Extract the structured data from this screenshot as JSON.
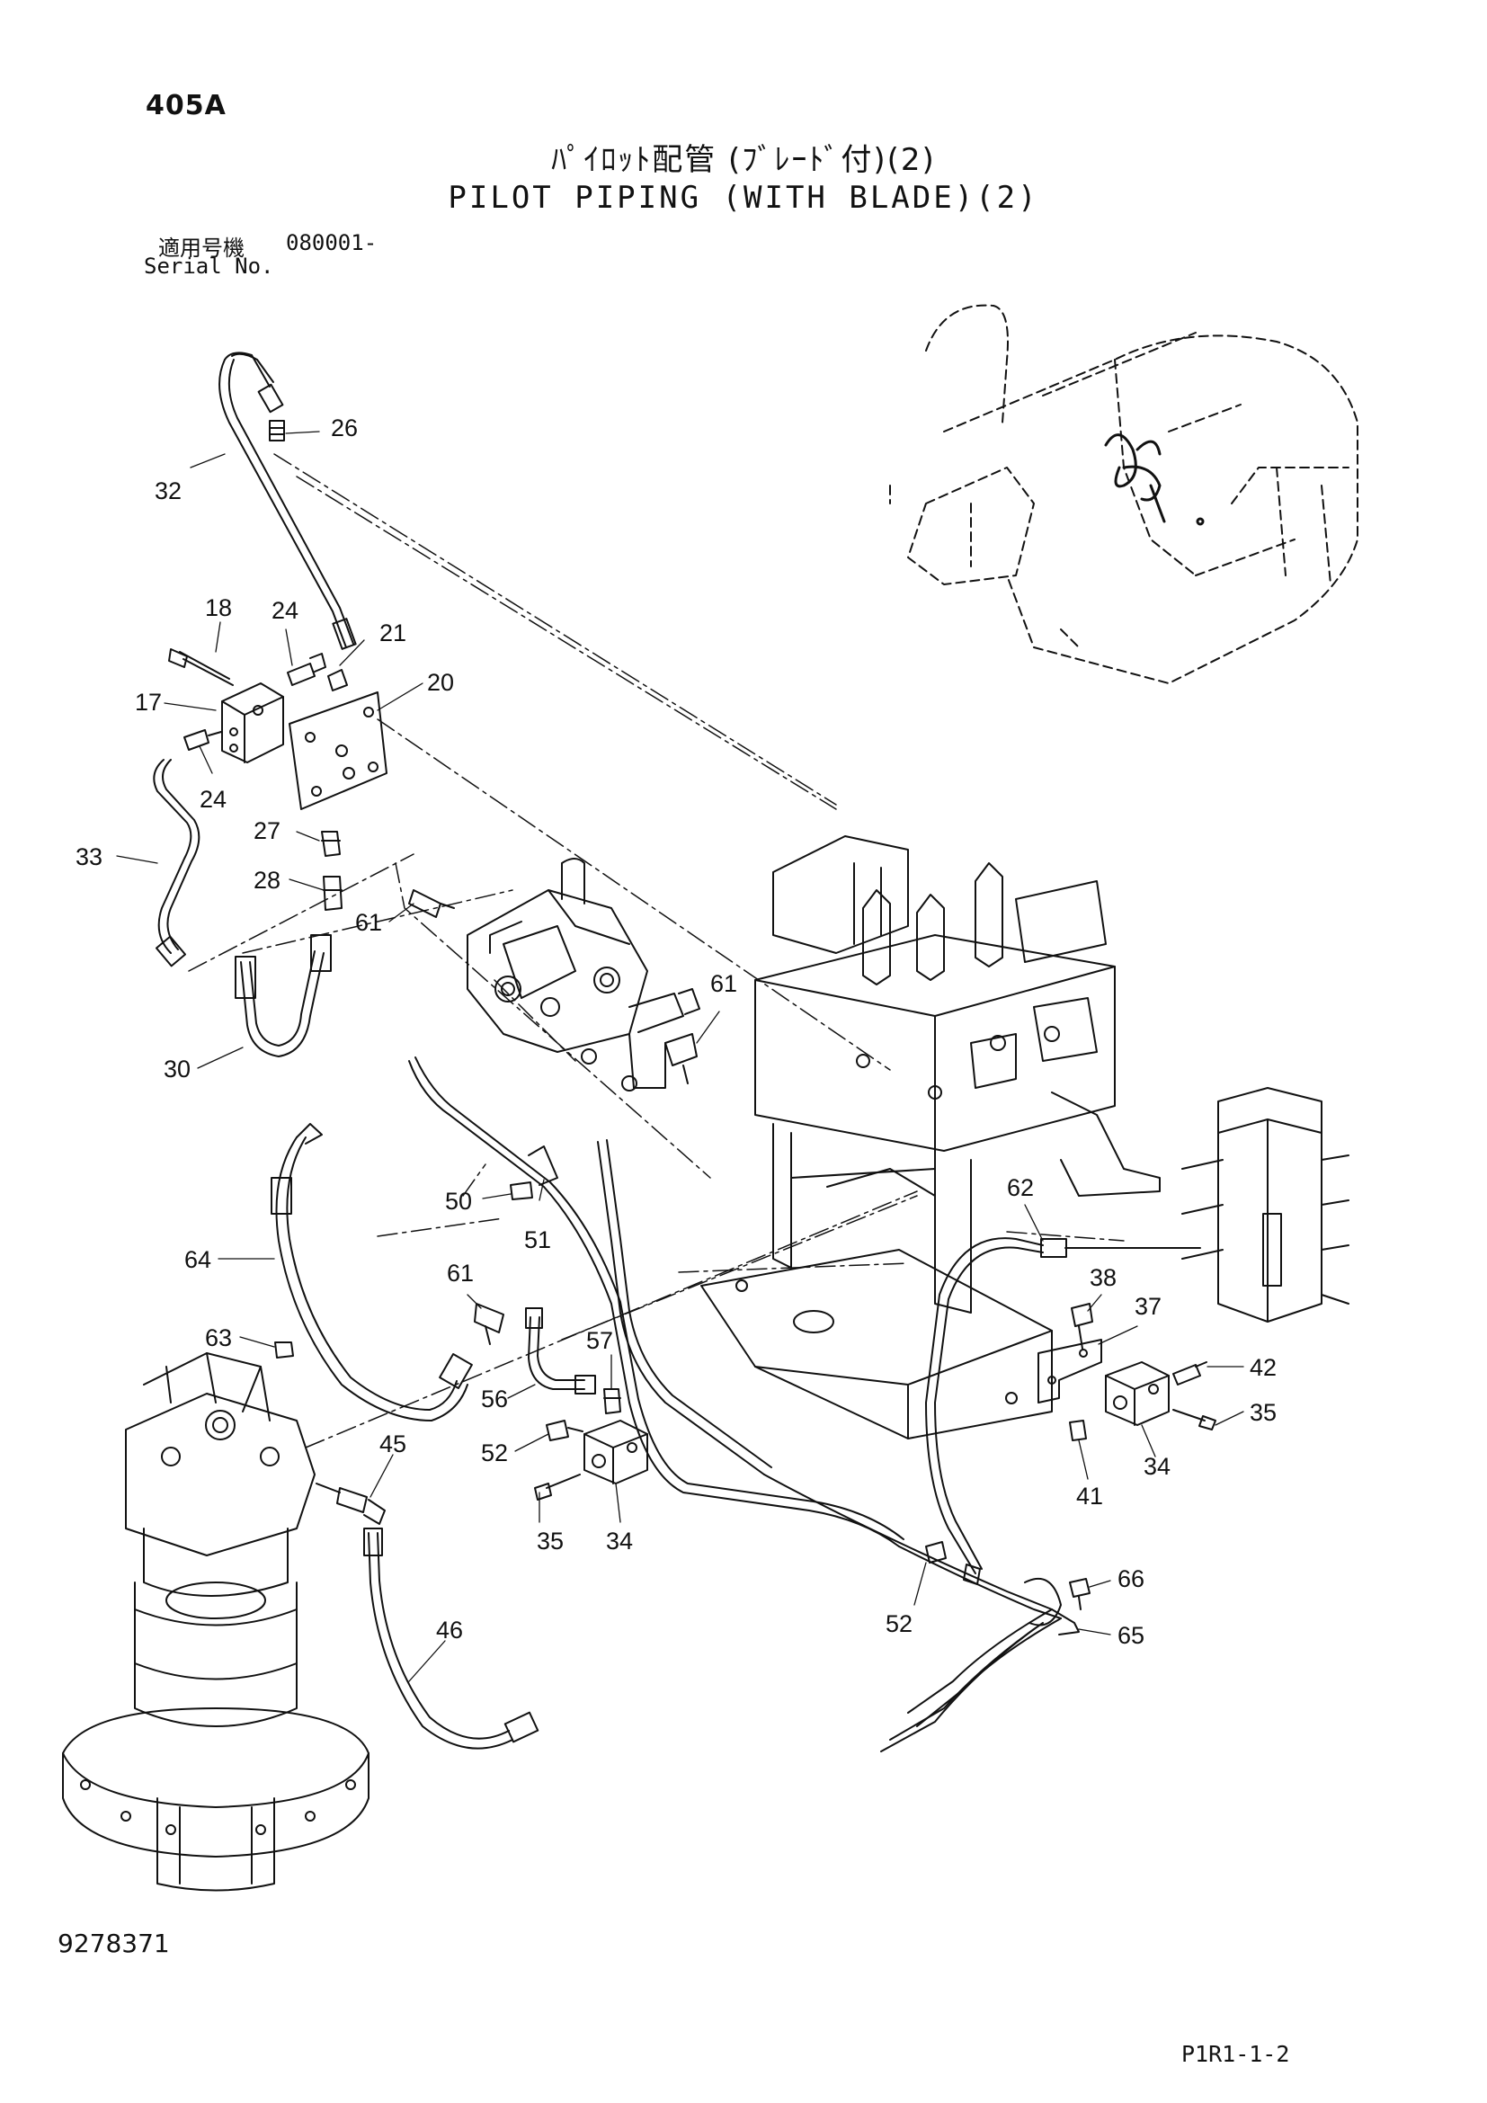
{
  "header": {
    "code": "405A",
    "title_jp": "ﾊﾟｲﾛｯﾄ配管 (ﾌﾞﾚｰﾄﾞ付)(2)",
    "title_en": "PILOT PIPING (WITH BLADE)(2)",
    "serial_label_jp": "適用号機",
    "serial_value": "080001-",
    "serial_label_en": "Serial No."
  },
  "footer": {
    "doc_number": "9278371",
    "page_ref": "P1R1-1-2"
  },
  "callouts": [
    "26",
    "32",
    "18",
    "24",
    "21",
    "20",
    "17",
    "24",
    "33",
    "27",
    "28",
    "61",
    "61",
    "30",
    "50",
    "51",
    "62",
    "64",
    "61",
    "38",
    "37",
    "63",
    "57",
    "42",
    "56",
    "35",
    "52",
    "45",
    "34",
    "35",
    "34",
    "41",
    "52",
    "66",
    "46",
    "65"
  ],
  "colors": {
    "line": "#111111",
    "background": "#ffffff"
  }
}
